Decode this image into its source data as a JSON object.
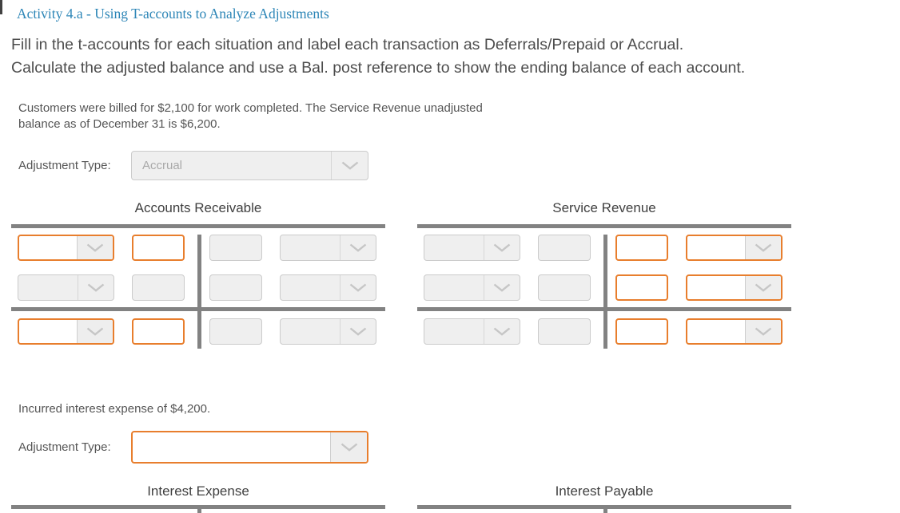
{
  "page_title": "Activity 4.a - Using T-accounts to Analyze Adjustments",
  "instructions_lines": [
    "Fill in the t-accounts for each situation and label each transaction as Deferrals/Prepaid or Accrual.",
    "Calculate the adjusted balance and use a Bal. post reference to show the ending balance of each account."
  ],
  "colors": {
    "accent_orange": "#e87e2d",
    "title_blue": "#2d86b7",
    "t_line_gray": "#828282",
    "disabled_fill": "#efefef"
  },
  "sections": [
    {
      "problem_lines": [
        "Customers were billed for $2,100 for work completed. The Service Revenue unadjusted",
        "balance as of December 31 is $6,200."
      ],
      "adjustment": {
        "label": "Adjustment Type:",
        "value": "Accrual",
        "enabled": false
      },
      "t_accounts": [
        {
          "title": "Accounts Receivable",
          "stub": false,
          "rows": [
            {
              "left": "active",
              "right": "disabled"
            },
            {
              "left": "disabled",
              "right": "disabled"
            }
          ],
          "balance_row": {
            "left": "active",
            "right": "disabled"
          }
        },
        {
          "title": "Service Revenue",
          "stub": false,
          "rows": [
            {
              "left": "disabled",
              "right": "active"
            },
            {
              "left": "disabled",
              "right": "active"
            }
          ],
          "balance_row": {
            "left": "disabled",
            "right": "active"
          }
        }
      ]
    },
    {
      "problem_lines": [
        "Incurred interest expense of $4,200."
      ],
      "adjustment": {
        "label": "Adjustment Type:",
        "value": "",
        "enabled": true
      },
      "t_accounts": [
        {
          "title": "Interest Expense",
          "stub": true
        },
        {
          "title": "Interest Payable",
          "stub": true
        }
      ]
    }
  ]
}
